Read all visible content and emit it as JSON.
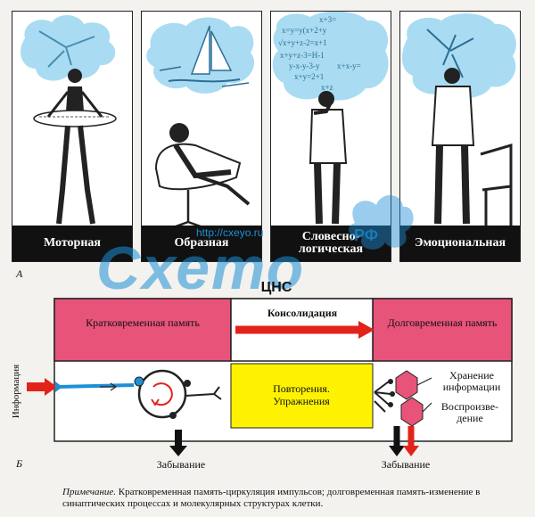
{
  "section_a": {
    "letter": "А",
    "panels": [
      {
        "label": "Моторная"
      },
      {
        "label": "Образная"
      },
      {
        "label": "Словесно-\nлогическая"
      },
      {
        "label": "Эмоциональная"
      }
    ],
    "formulas": [
      "x+3=",
      "x=y=y(x+2+y",
      "√x+y+z-2=x+1",
      "x+y+z-3=H-1",
      "y-x-y-3-y",
      "x+x-y=",
      "x+y=2+1",
      "x+z"
    ]
  },
  "watermark": {
    "url": "http://cxeyo.ru",
    "logo": "Схето",
    "suffix": ".РФ"
  },
  "section_b": {
    "letter": "Б",
    "title": "ЦНС",
    "short_term": "Кратковременная память",
    "consolidation": "Консолидация",
    "long_term": "Долговременная память",
    "information": "Информация",
    "repetition": "Повторения. Упражнения",
    "storage": "Хранение информации",
    "reproduction": "Воспроизве-дение",
    "forgetting_left": "Забывание",
    "forgetting_right": "Забывание"
  },
  "note": {
    "prefix": "Примечание.",
    "text": " Кратковременная память-циркуляция импульсов; долговременная память-изменение в синаптических процессах и молекулярных структурах клетки."
  },
  "colors": {
    "pink": "#e8537a",
    "red": "#e2231a",
    "yellow": "#fff200",
    "blue": "#1c8fd6",
    "cloud": "#a9dcf2"
  }
}
